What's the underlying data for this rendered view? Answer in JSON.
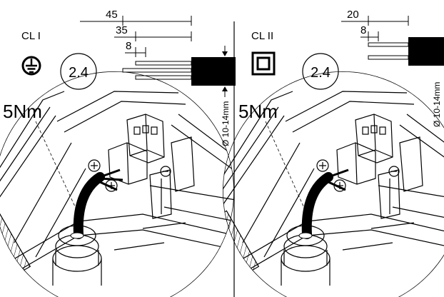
{
  "left": {
    "class_label": "CL I",
    "class_icon": "protective-earth-icon",
    "step": "2.4",
    "torque": "5Nm",
    "dims": [
      "45",
      "35",
      "8"
    ],
    "cable_diameter": "Ø 10-14mm"
  },
  "right": {
    "class_label": "CL II",
    "class_icon": "double-insulation-icon",
    "step": "2.4",
    "torque": "5Nm",
    "dims": [
      "20",
      "8"
    ],
    "cable_diameter": "Ø 10-14mm"
  },
  "colors": {
    "ink": "#000000",
    "paper": "#ffffff"
  }
}
